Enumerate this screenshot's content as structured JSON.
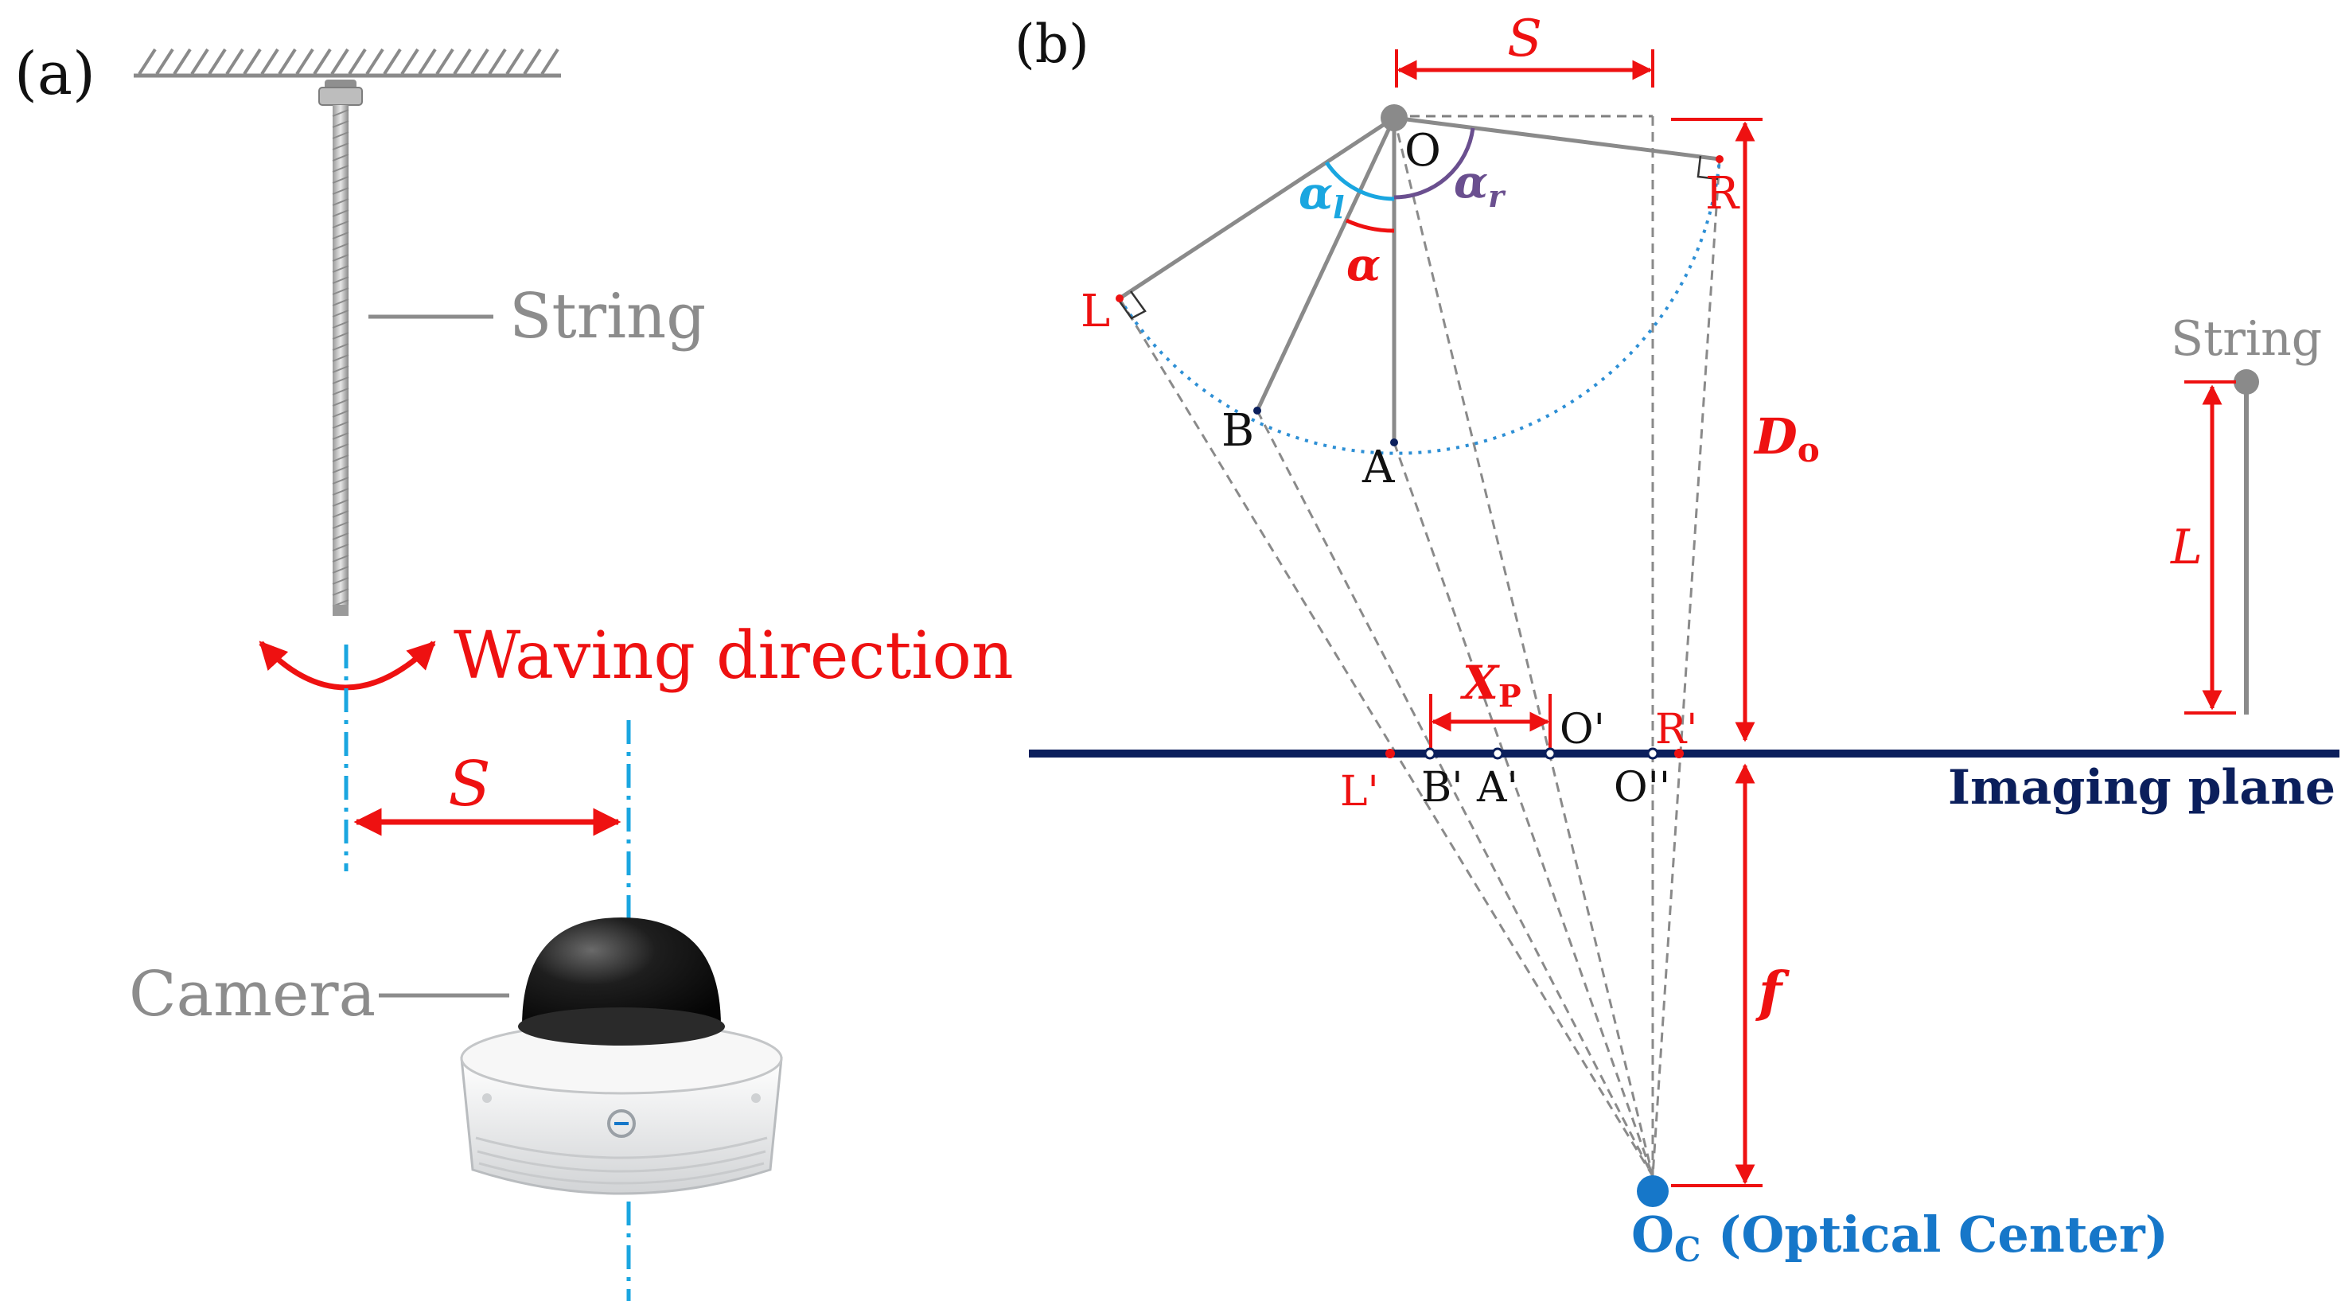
{
  "panel_a": {
    "label": "(a)",
    "string_label": "String",
    "waving_label": "Waving direction",
    "s_label": "S",
    "camera_label": "Camera"
  },
  "panel_b": {
    "label": "(b)",
    "s_label": "S",
    "point_o": "O",
    "alpha_l_base": "α",
    "alpha_l_sub": "l",
    "alpha": "α",
    "alpha_r_base": "α",
    "alpha_r_sub": "r",
    "point_r": "R",
    "point_l": "L",
    "point_b": "B",
    "point_a": "A",
    "do_base": "D",
    "do_sub": "o",
    "string_label": "String",
    "l_length": "L",
    "xp_base": "X",
    "xp_sub": "P",
    "o_prime": "O'",
    "l_prime": "L'",
    "b_prime": "B'",
    "a_prime": "A'",
    "o_dprime": "O''",
    "r_prime": "R'",
    "imaging_plane": "Imaging plane",
    "f_label": "f",
    "oc_base": "O",
    "oc_sub": "C",
    "oc_rest": " (Optical Center)"
  },
  "colors": {
    "red": "#ee1111",
    "navy": "#0b1f5c",
    "cyan": "#1aa6e0",
    "purple": "#6a4f8f",
    "blue": "#1677c9",
    "gray": "#8c8c8c"
  }
}
